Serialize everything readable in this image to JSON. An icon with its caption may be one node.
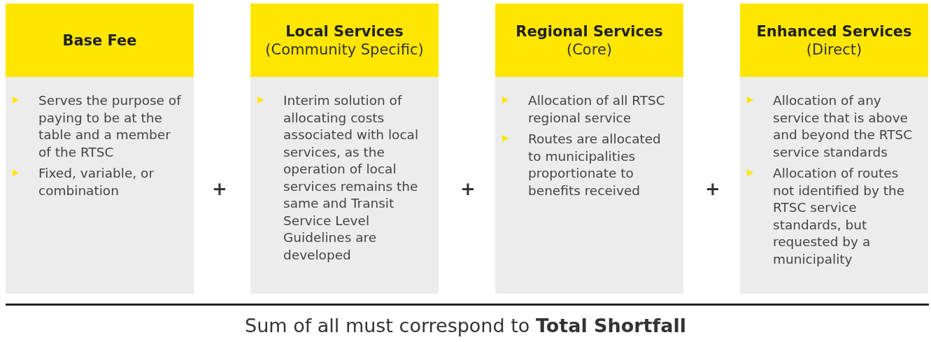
{
  "diagram": {
    "caption": "Sum of all must correspond to **Total Shortfall**",
    "nodes": [
      {
        "text": [
          "Base Fee"
        ]
      },
      {
        "text": [
          "Serves the purpose of paying to be at the table and a member of the RTSC",
          "Fixed, variable, or combination"
        ]
      },
      {
        "text": [
          "Local Services",
          "(Community Specific)"
        ]
      },
      {
        "text": [
          "Interim solution of allocating costs associated with local services, as the operation of local services remains the same and Transit Service Level Guidelines are developed"
        ]
      },
      {
        "text": [
          "Regional Services",
          "(Core)"
        ]
      },
      {
        "text": [
          "Allocation of all RTSC regional service",
          "Routes are allocated to municipalities proportionate to benefits received"
        ]
      },
      {
        "text": [
          "Enhanced Services",
          "(Direct)"
        ]
      },
      {
        "text": [
          "Allocation of any service that is above and beyond the RTSC service standards",
          "Allocation of routes not identified by the RTSC service standards, but requested by a municipality"
        ]
      }
    ],
    "edges": [],
    "labels": [
      "+",
      "+",
      "+"
    ]
  }
}
